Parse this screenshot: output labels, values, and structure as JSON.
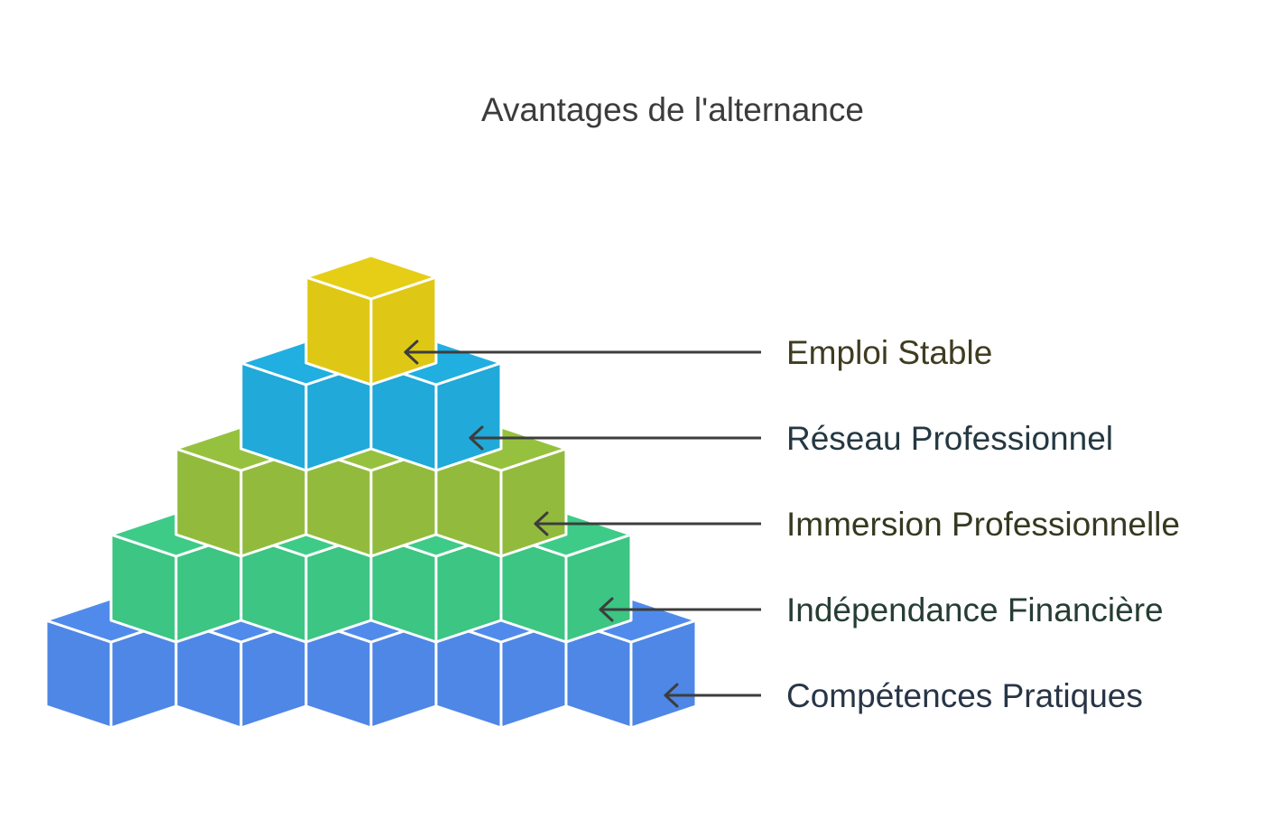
{
  "title": "Avantages de l'alternance",
  "colors": {
    "title_text": "#3c3c3c",
    "arrow": "#3d3d3d",
    "outline": "#ffffff"
  },
  "tiers": [
    {
      "label": "Emploi Stable",
      "cube_count": 1,
      "color": "#dfc815",
      "label_color": "#3f3c20"
    },
    {
      "label": "Réseau Professionnel",
      "cube_count": 2,
      "color": "#20a9d9",
      "label_color": "#243842"
    },
    {
      "label": "Immersion Professionnelle",
      "cube_count": 3,
      "color": "#92bb3d",
      "label_color": "#34391f"
    },
    {
      "label": "Indépendance Financière",
      "cube_count": 4,
      "color": "#3cc583",
      "label_color": "#263d33"
    },
    {
      "label": "Compétences Pratiques",
      "cube_count": 5,
      "color": "#4e87e5",
      "label_color": "#283547"
    }
  ]
}
